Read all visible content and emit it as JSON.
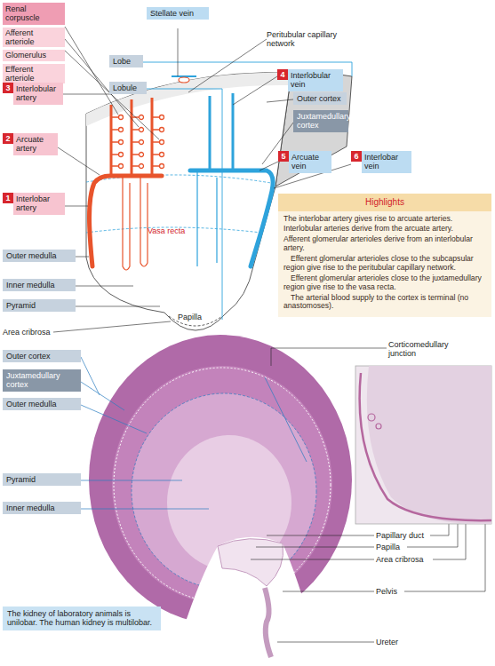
{
  "diagram": {
    "nodes": [
      {
        "text": [
          "Renal corpuscle",
          "Afferent arteriole",
          "Glomerulus",
          "Efferent arteriole"
        ]
      },
      {
        "text": [
          "Stellate vein"
        ]
      },
      {
        "text": [
          "Lobe"
        ]
      },
      {
        "text": [
          "Lobule"
        ]
      },
      {
        "text": [
          "3",
          "Interlobular artery"
        ]
      },
      {
        "text": [
          "4",
          "Interlobular vein"
        ]
      },
      {
        "text": [
          "Outer cortex"
        ]
      },
      {
        "text": [
          "Juxtamedullary cortex"
        ]
      },
      {
        "text": [
          "2",
          "Arcuate artery"
        ]
      },
      {
        "text": [
          "5",
          "Arcuate vein"
        ]
      },
      {
        "text": [
          "6",
          "Interlobar vein"
        ]
      },
      {
        "text": [
          "1",
          "Interlobar artery"
        ]
      },
      {
        "text": [
          "Highlights",
          "The interlobar artery gives rise to arcuate arteries.",
          "Interlobular arteries derive from the arcuate artery.",
          "Afferent glomerular arterioles derive from an interlobular artery.",
          "Efferent glomerular arterioles close to the subcapsular region give rise to the peritubular capillary network.",
          "Efferent glomerular arterioles close to the juxtamedullary region give rise to the vasa recta.",
          "The arterial blood supply to the cortex is terminal (no anastomoses)."
        ]
      },
      {
        "text": [
          "Outer medulla"
        ]
      },
      {
        "text": [
          "Inner medulla"
        ]
      },
      {
        "text": [
          "Pyramid"
        ]
      },
      {
        "text": [
          "Outer cortex"
        ]
      },
      {
        "text": [
          "Juxtamedullary cortex"
        ]
      },
      {
        "text": [
          "Outer medulla"
        ]
      },
      {
        "text": [
          "Pyramid"
        ]
      },
      {
        "text": [
          "Inner medulla"
        ]
      },
      {
        "text": [
          "The kidney of laboratory animals is unilobar. The human kidney is multilobar."
        ]
      }
    ],
    "labels": [
      "Peritubular capillary network",
      "Vasa recta",
      "Papilla",
      "Area cribrosa",
      "Corticomedullary junction",
      "Papillary duct",
      "Papilla",
      "Area cribrosa",
      "Pelvis",
      "Ureter"
    ]
  }
}
